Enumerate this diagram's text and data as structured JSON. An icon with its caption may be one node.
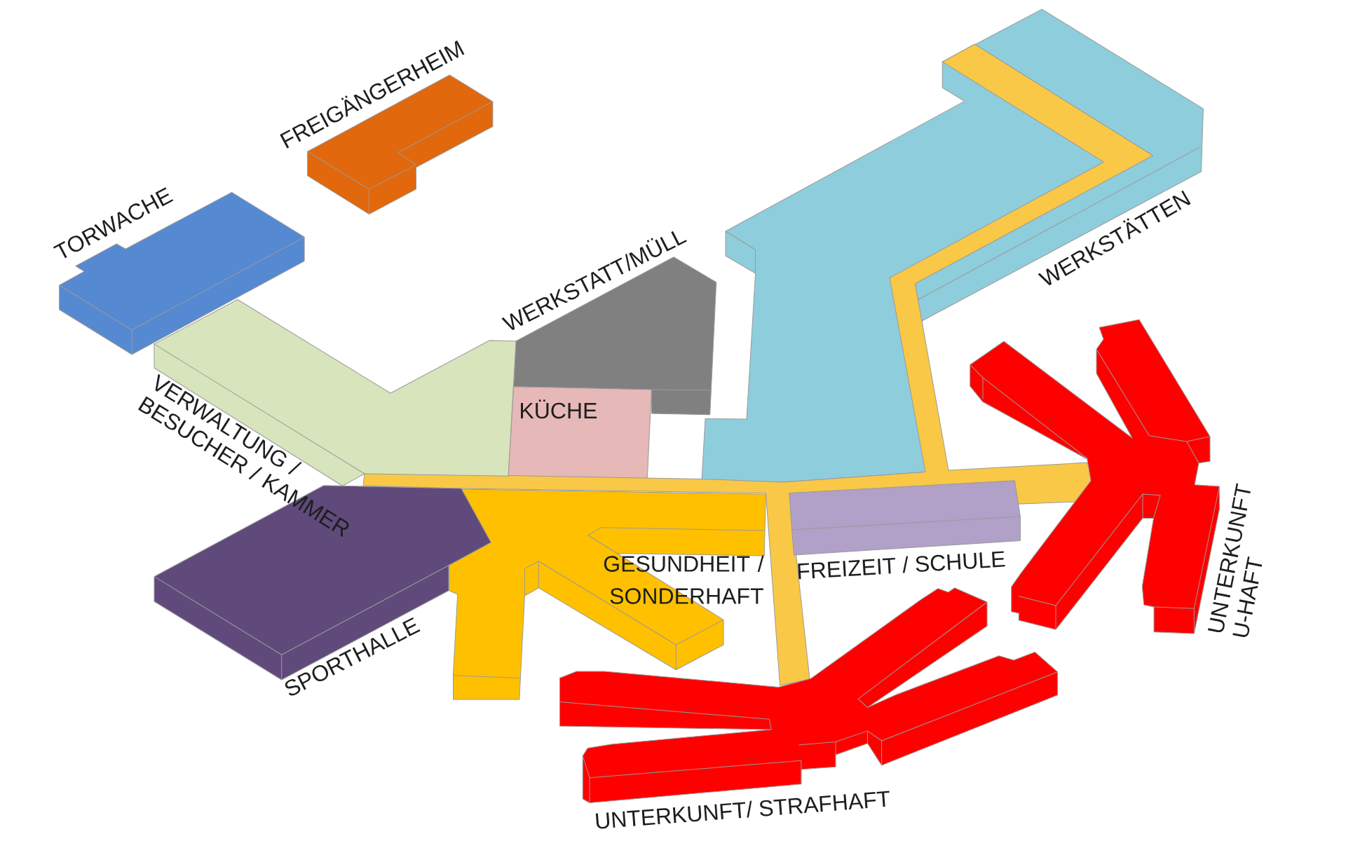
{
  "diagram": {
    "nodes": [
      {
        "text": [
          "FREIGÄNGERHEIM"
        ]
      },
      {
        "text": [
          "TORWACHE"
        ]
      },
      {
        "text": [
          "WERKSTATT/MÜLL"
        ]
      },
      {
        "text": [
          "WERKSTÄTTEN"
        ]
      },
      {
        "text": [
          "VERWALTUNG / BESUCHER / KAMMER"
        ]
      },
      {
        "text": [
          "KÜCHE"
        ]
      },
      {
        "text": [
          "SPORTHALLE"
        ]
      },
      {
        "text": [
          "GESUNDHEIT / SONDERHAFT"
        ]
      },
      {
        "text": [
          "FREIZEIT / SCHULE"
        ]
      },
      {
        "text": [
          "UNTERKUNFT U-HAFT"
        ]
      },
      {
        "text": [
          "UNTERKUNFT/ STRAFHAFT"
        ]
      }
    ]
  }
}
